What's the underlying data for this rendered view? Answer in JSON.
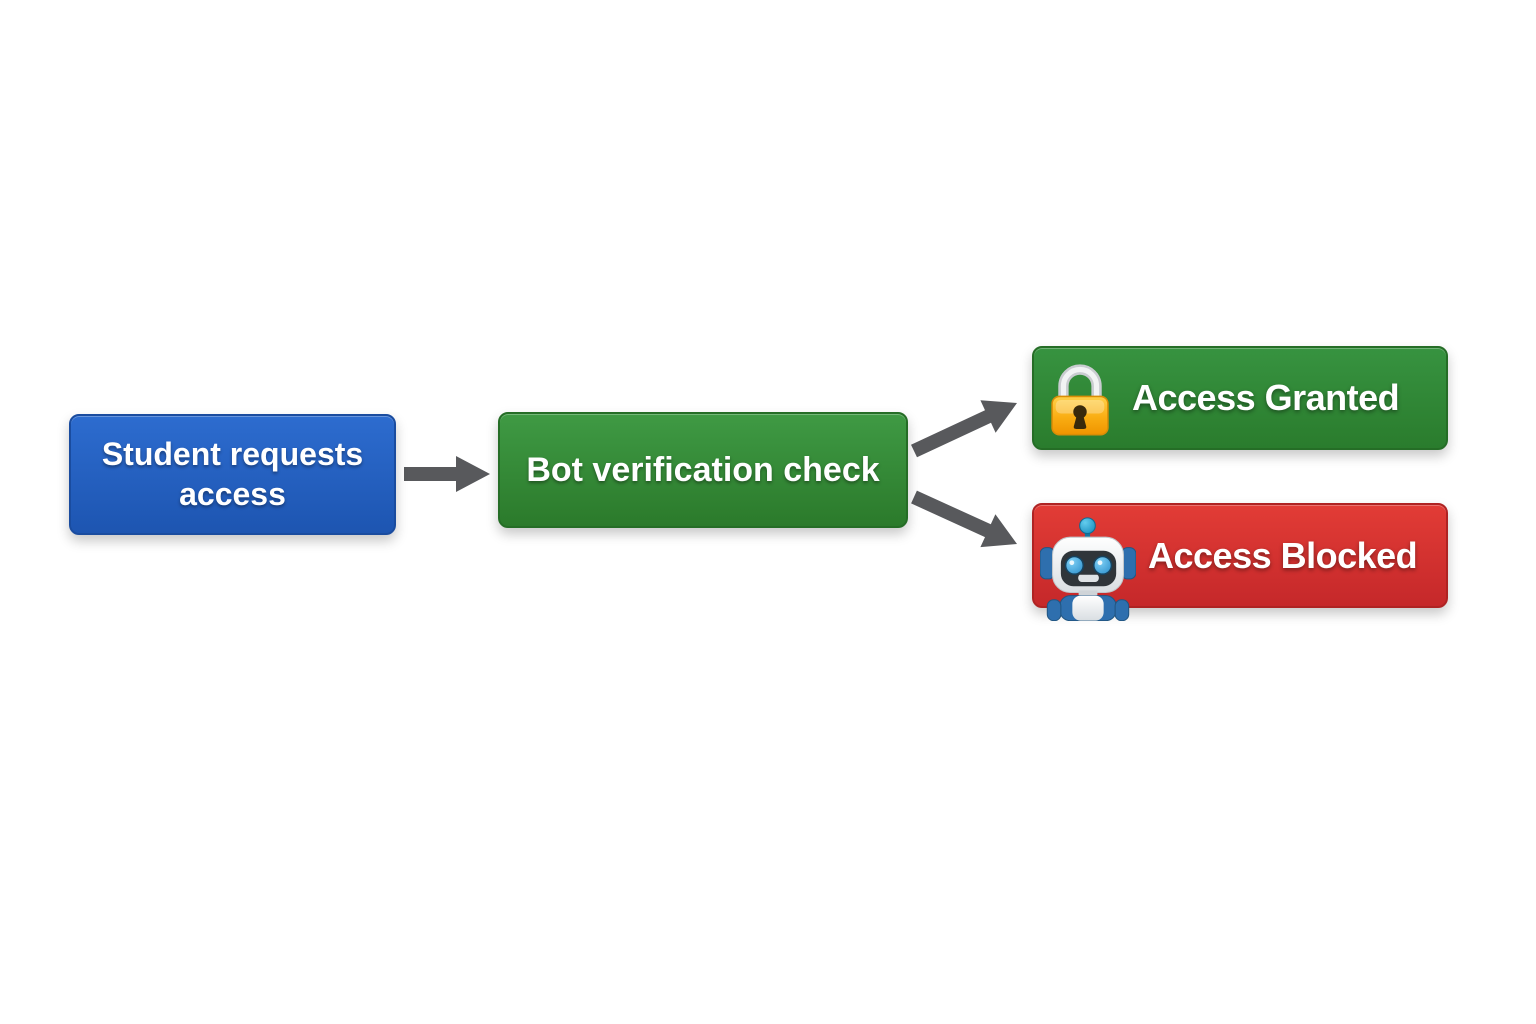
{
  "diagram": {
    "type": "flowchart",
    "background_color": "#ffffff",
    "arrow_color": "#58595c",
    "nodes": {
      "start": {
        "label": "Student requests access",
        "color": "#2262c3",
        "shape": "rounded-rect"
      },
      "check": {
        "label": "Bot verification check",
        "color": "#338a36",
        "shape": "rounded-rect"
      },
      "granted": {
        "label": "Access Granted",
        "color": "#2f8833",
        "icon": "lock-icon",
        "shape": "rounded-rect"
      },
      "blocked": {
        "label": "Access Blocked",
        "color": "#d93430",
        "icon": "robot-icon",
        "shape": "rounded-rect"
      }
    },
    "edges": [
      {
        "from": "start",
        "to": "check",
        "style": "horizontal-arrow"
      },
      {
        "from": "check",
        "to": "granted",
        "style": "diagonal-up-arrow"
      },
      {
        "from": "check",
        "to": "blocked",
        "style": "diagonal-down-arrow"
      }
    ],
    "icon_colors": {
      "lock_body": "#f7a908",
      "lock_shackle": "#d7dadd",
      "robot_blue": "#2e6fae",
      "robot_face": "#2f353a"
    }
  }
}
